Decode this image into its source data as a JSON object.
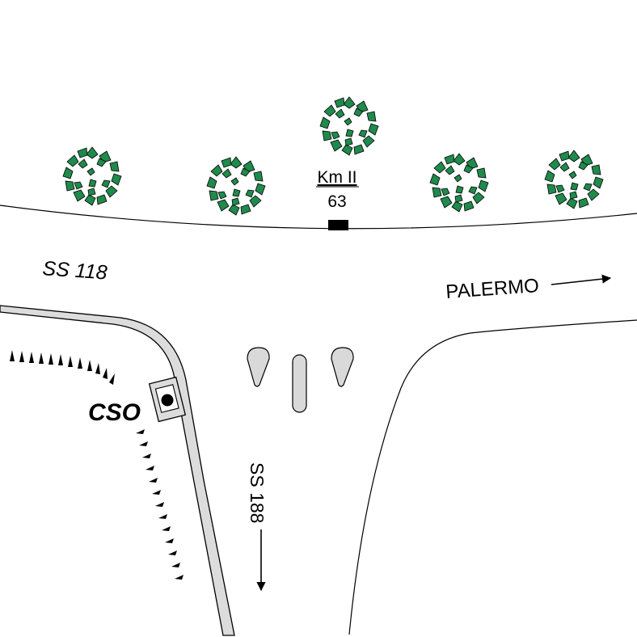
{
  "map": {
    "road_main": {
      "name": "SS 118"
    },
    "road_branch": {
      "name": "SS 188"
    },
    "direction": {
      "label": "PALERMO"
    },
    "km_marker": {
      "label": "Km II",
      "value": "63"
    },
    "station": {
      "label": "CSO"
    },
    "colors": {
      "tree": "#1f8a4c",
      "sidewalk": "#dcdcdc",
      "island": "#d9d9d9",
      "line": "#000000"
    },
    "icons": {
      "tree": "tree-icon",
      "arrow": "arrow-icon",
      "station": "station-marker-icon"
    }
  }
}
